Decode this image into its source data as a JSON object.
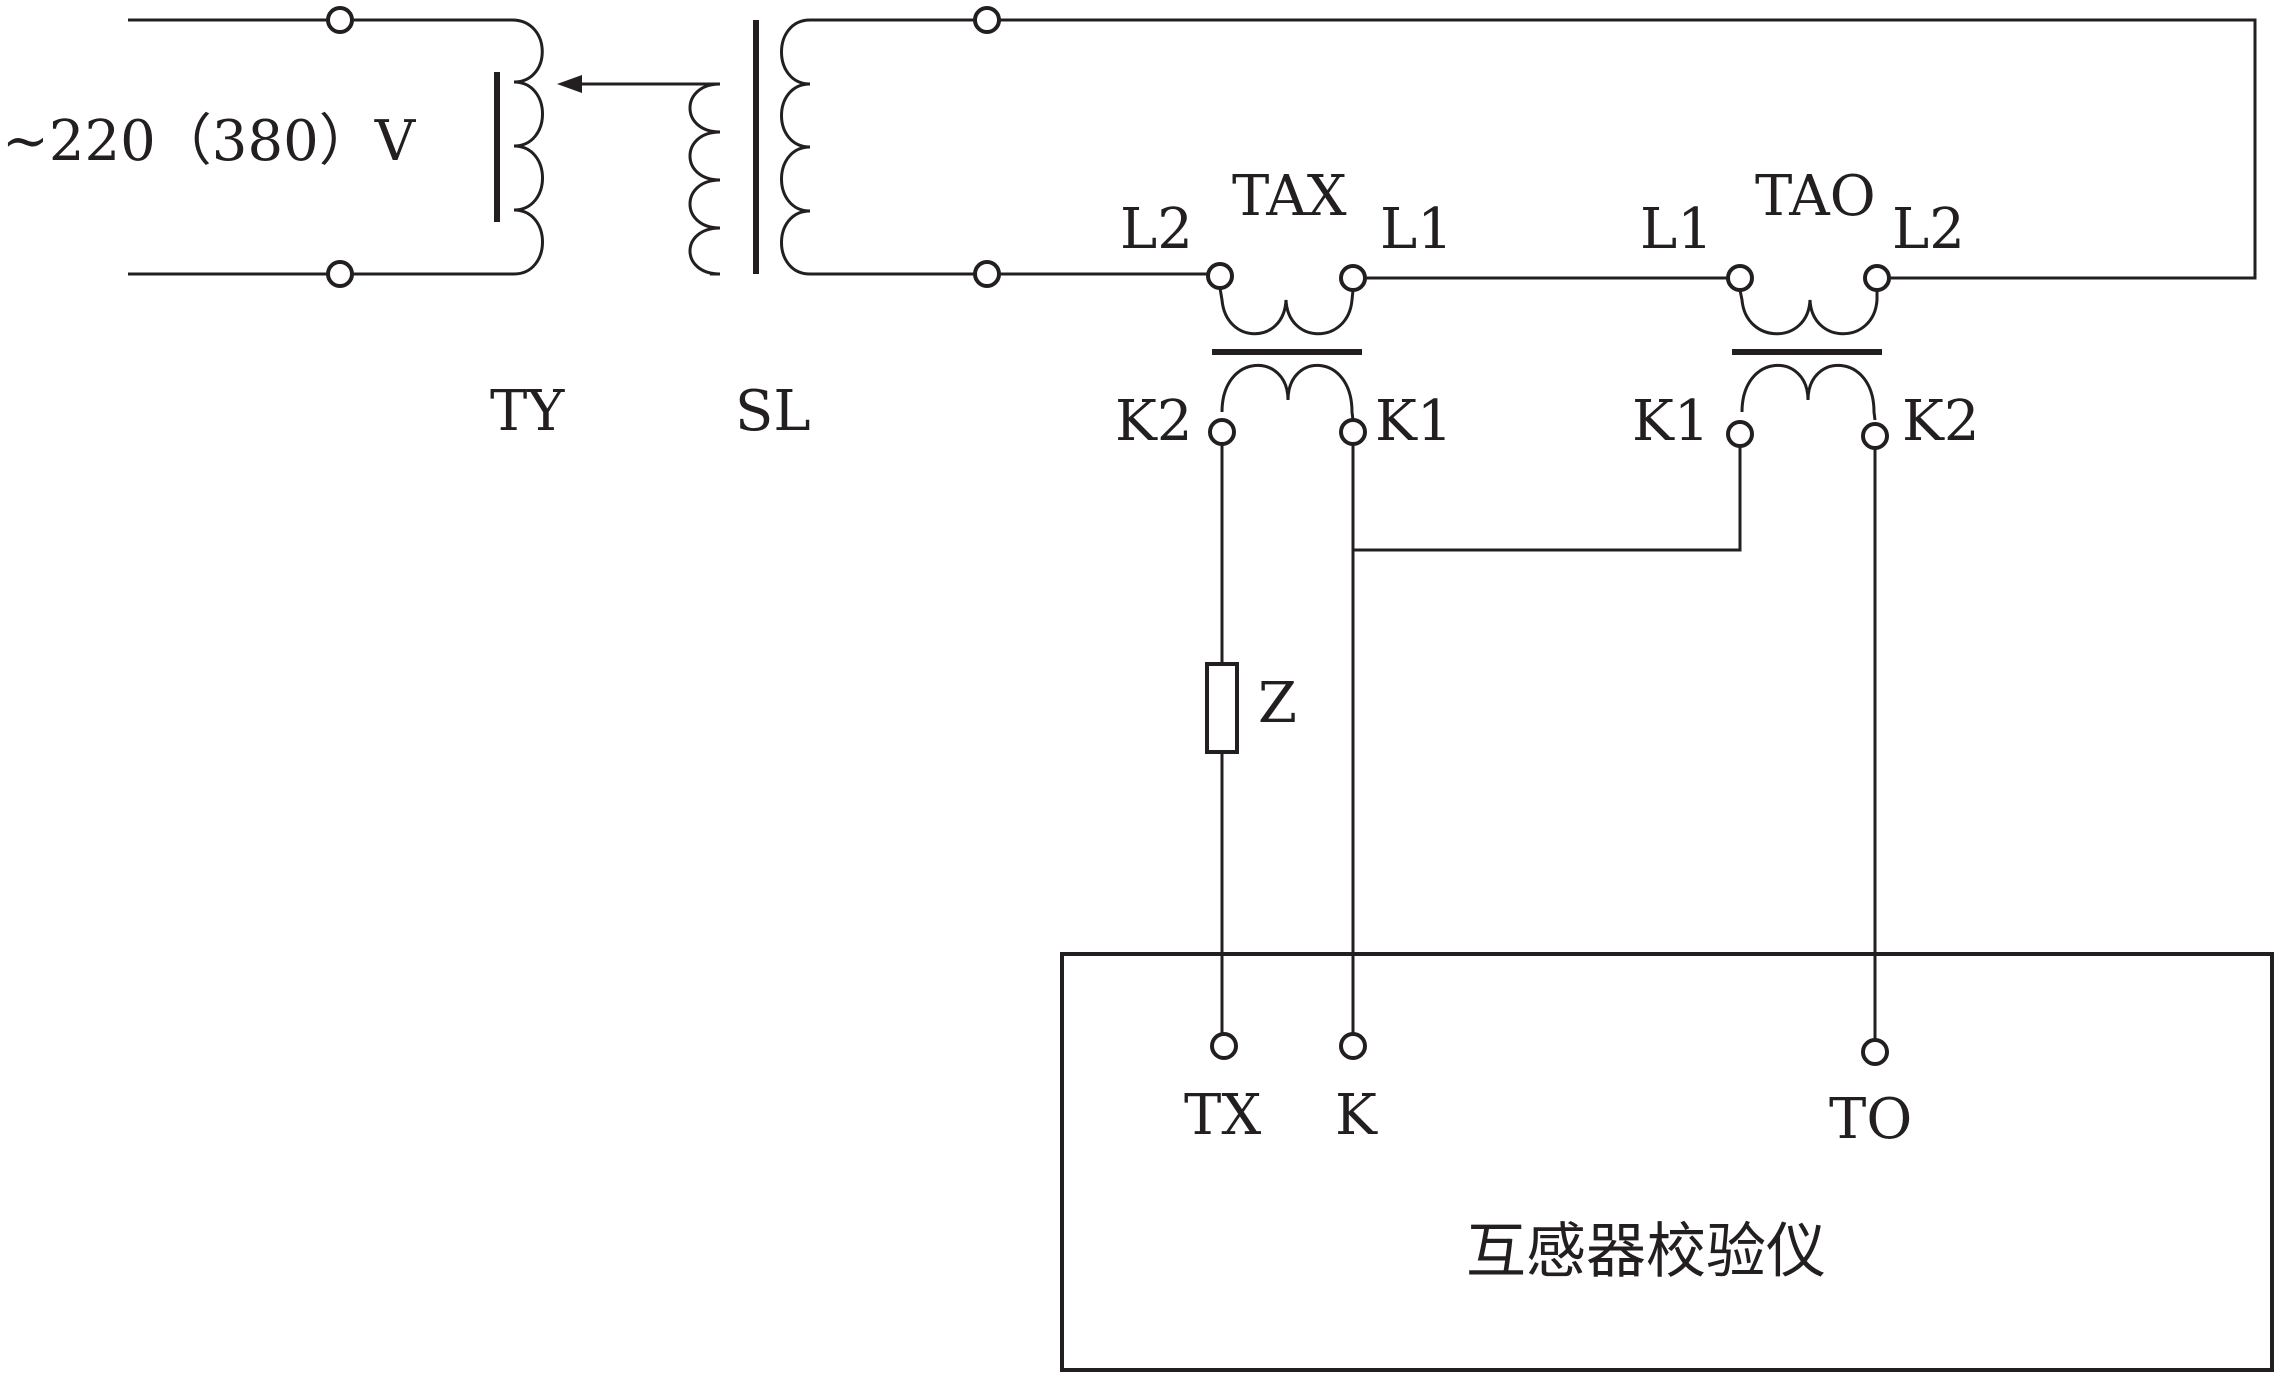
{
  "diagram": {
    "supply_label": "~220（380）V",
    "ty_label": "TY",
    "sl_label": "SL",
    "tax": {
      "name": "TAX",
      "primary_left": "L2",
      "primary_right": "L1",
      "secondary_left": "K2",
      "secondary_right": "K1"
    },
    "tao": {
      "name": "TAO",
      "primary_left": "L1",
      "primary_right": "L2",
      "secondary_left": "K1",
      "secondary_right": "K2"
    },
    "burden_label": "Z",
    "instrument": {
      "title": "互感器校验仪",
      "terminal_tx": "TX",
      "terminal_k": "K",
      "terminal_to": "TO"
    }
  },
  "colors": {
    "line": "#231f20",
    "background": "#ffffff"
  }
}
